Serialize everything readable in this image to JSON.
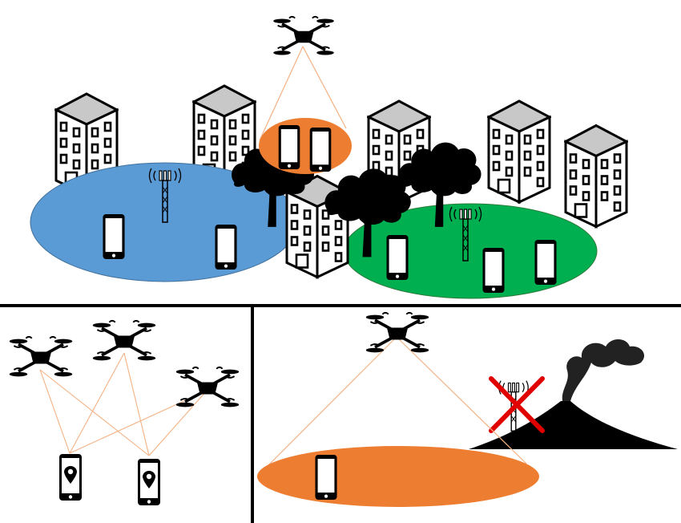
{
  "colors": {
    "blue_cell": "#5b9bd5",
    "green_cell": "#00b050",
    "orange_cell": "#ed7d31",
    "link_line": "#f4b183",
    "building_roof": "#c8c8c8",
    "silhouette": "#000000",
    "cross": "#e00000"
  },
  "icons": [
    "drone-icon",
    "building-icon",
    "tree-icon",
    "cell-tower-icon",
    "smartphone-icon",
    "location-pin-icon",
    "volcano-icon",
    "cross-icon"
  ],
  "panels": [
    {
      "name": "drone-relay-urban-panel",
      "description_icons": [
        "drone-icon",
        "building-icon",
        "tree-icon",
        "cell-tower-icon",
        "smartphone-icon"
      ]
    },
    {
      "name": "drone-localization-panel",
      "description_icons": [
        "drone-icon",
        "smartphone-icon",
        "location-pin-icon"
      ]
    },
    {
      "name": "drone-disaster-coverage-panel",
      "description_icons": [
        "drone-icon",
        "volcano-icon",
        "cell-tower-icon",
        "cross-icon",
        "smartphone-icon"
      ]
    }
  ]
}
